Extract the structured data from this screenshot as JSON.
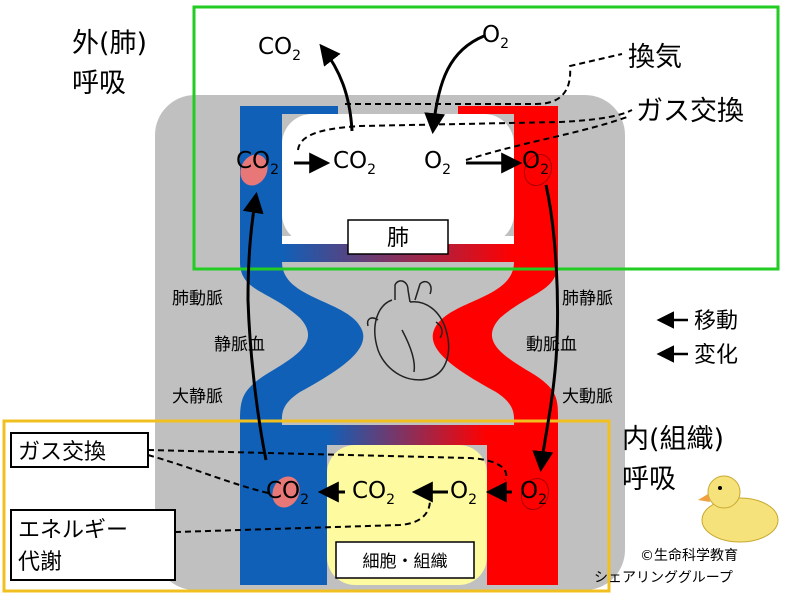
{
  "diagram": {
    "external_respiration": {
      "line1": "外(肺)",
      "line2": "呼吸"
    },
    "internal_respiration": {
      "line1": "内(組織)",
      "line2": "呼吸"
    },
    "ventilation": "換気",
    "gas_exchange_top": "ガス交換",
    "gas_exchange_bottom": "ガス交換",
    "energy_metabolism": {
      "line1": "エネルギー",
      "line2": "代謝"
    },
    "lung": "肺",
    "cells_tissue": "細胞・組織",
    "pulmonary_artery": "肺動脈",
    "pulmonary_vein": "肺静脈",
    "venous_blood": "静脈血",
    "arterial_blood": "動脈血",
    "vena_cava": "大静脈",
    "aorta": "大動脈",
    "legend": {
      "move": "移動",
      "change": "変化"
    },
    "chem": {
      "co": "CO",
      "o": "O",
      "sub": "2"
    },
    "copyright": {
      "line1": "©生命科学教育",
      "line2": "シェアリンググループ"
    }
  },
  "colors": {
    "venous": "#1060b8",
    "arterial": "#ff0000",
    "body_box": "#c0c0c0",
    "lung_frame": "#22cc22",
    "tissue_frame": "#f0c020",
    "cell_fill": "#fdfaa0",
    "rbc": "#e87878"
  }
}
